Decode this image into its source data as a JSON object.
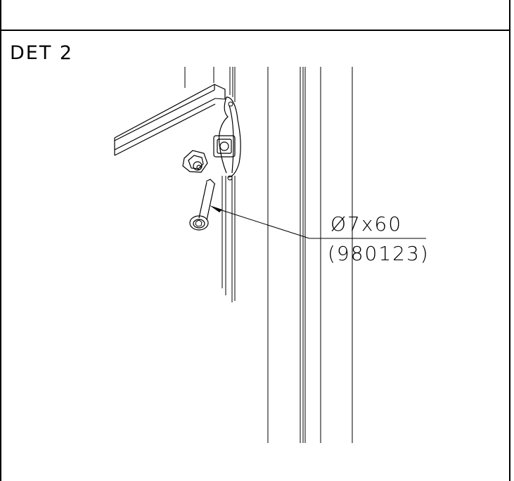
{
  "detail": {
    "title": "DET 2"
  },
  "callout": {
    "dimension": "Ø7x60",
    "part_number": "(980123)"
  },
  "parts": {
    "screw_icon": "screw-icon",
    "nut_icon": "nut-icon",
    "bracket_icon": "bracket-icon"
  }
}
